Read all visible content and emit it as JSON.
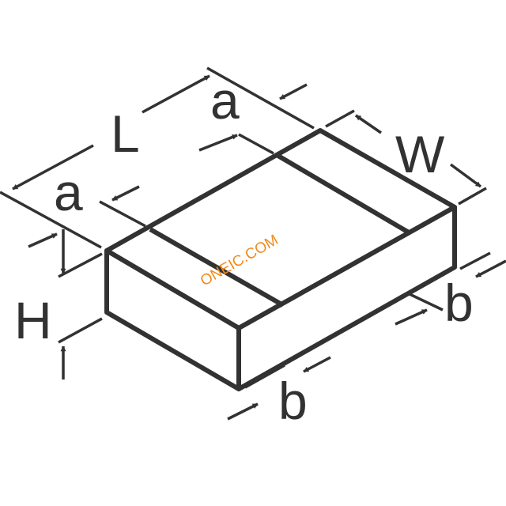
{
  "diagram": {
    "labels": {
      "length": "L",
      "width": "W",
      "height": "H",
      "terminal_top_a1": "a",
      "terminal_top_a2": "a",
      "terminal_bottom_b1": "b",
      "terminal_bottom_b2": "b"
    },
    "watermark": "ONEIC.COM"
  },
  "colors": {
    "stroke": "#333233",
    "body_fill": "#ffffff",
    "watermark": "#f28a1a"
  }
}
